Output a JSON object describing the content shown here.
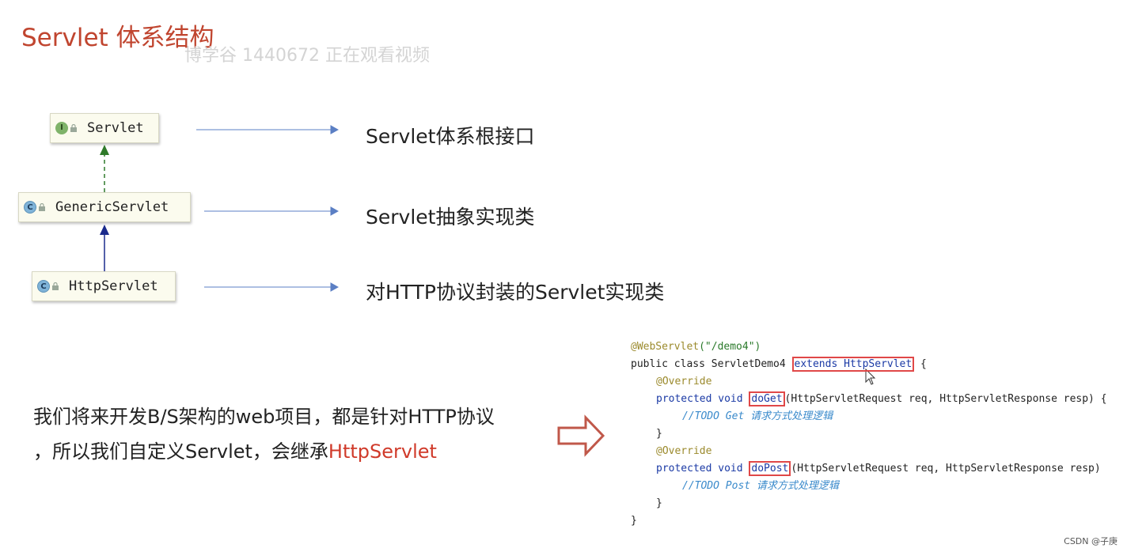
{
  "title": "Servlet 体系结构",
  "watermark": "博学谷 1440672 正在观看视频",
  "hierarchy": [
    {
      "name": "Servlet",
      "badge": "I",
      "kind": "interface",
      "description": "Servlet体系根接口"
    },
    {
      "name": "GenericServlet",
      "badge": "C",
      "kind": "class",
      "description": "Servlet抽象实现类"
    },
    {
      "name": "HttpServlet",
      "badge": "C",
      "kind": "class",
      "description": "对HTTP协议封装的Servlet实现类"
    }
  ],
  "paragraph": {
    "line1": "我们将来开发B/S架构的web项目，都是针对HTTP协议",
    "line2_prefix": "，所以我们自定义Servlet，会继承",
    "line2_highlight": "HttpServlet"
  },
  "code": {
    "annotation": "@WebServlet",
    "annotation_arg": "(\"/demo4\")",
    "class_decl_prefix": "public class ServletDemo4 ",
    "class_decl_boxed": "extends HttpServlet",
    "class_decl_suffix": " {",
    "override": "@Override",
    "method_prefix": "protected void ",
    "doget": "doGet",
    "doget_params": "(HttpServletRequest req, HttpServletResponse resp) {",
    "doget_comment": "//TODO Get 请求方式处理逻辑",
    "close_brace": "}",
    "dopost": "doPost",
    "dopost_params": "(HttpServletRequest req, HttpServletResponse resp)",
    "dopost_comment": "//TODO Post 请求方式处理逻辑",
    "class_close": "}"
  },
  "footer": "CSDN @子庚",
  "colors": {
    "title": "#c0452f",
    "highlight": "#d03a2a",
    "arrow_description": "#5b7fc4",
    "arrow_interface": "#2f7a2a",
    "arrow_extends": "#1a2a8c",
    "hollow_arrow": "#c0584a"
  }
}
